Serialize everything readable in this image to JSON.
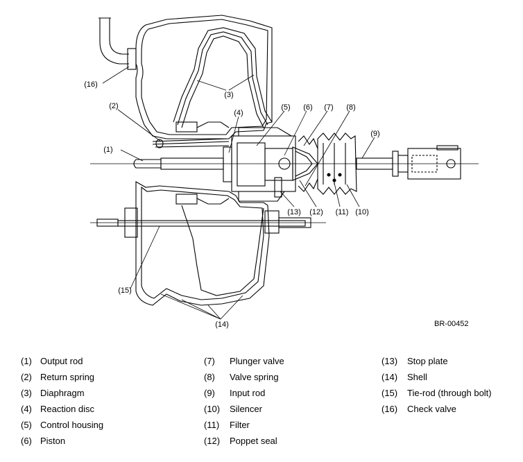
{
  "diagram": {
    "doc_code": "BR-00452",
    "callouts": [
      "(1)",
      "(2)",
      "(3)",
      "(4)",
      "(5)",
      "(6)",
      "(7)",
      "(8)",
      "(9)",
      "(10)",
      "(11)",
      "(12)",
      "(13)",
      "(14)",
      "(15)",
      "(16)"
    ]
  },
  "legend": {
    "columns": [
      [
        {
          "num": "(1)",
          "label": "Output rod"
        },
        {
          "num": "(2)",
          "label": "Return spring"
        },
        {
          "num": "(3)",
          "label": "Diaphragm"
        },
        {
          "num": "(4)",
          "label": "Reaction disc"
        },
        {
          "num": "(5)",
          "label": "Control housing"
        },
        {
          "num": "(6)",
          "label": "Piston"
        }
      ],
      [
        {
          "num": "(7)",
          "label": "Plunger valve"
        },
        {
          "num": "(8)",
          "label": "Valve spring"
        },
        {
          "num": "(9)",
          "label": "Input rod"
        },
        {
          "num": "(10)",
          "label": "Silencer"
        },
        {
          "num": "(11)",
          "label": "Filter"
        },
        {
          "num": "(12)",
          "label": "Poppet seal"
        }
      ],
      [
        {
          "num": "(13)",
          "label": "Stop plate"
        },
        {
          "num": "(14)",
          "label": "Shell"
        },
        {
          "num": "(15)",
          "label": "Tie-rod (through bolt)"
        },
        {
          "num": "(16)",
          "label": "Check valve"
        }
      ]
    ]
  }
}
